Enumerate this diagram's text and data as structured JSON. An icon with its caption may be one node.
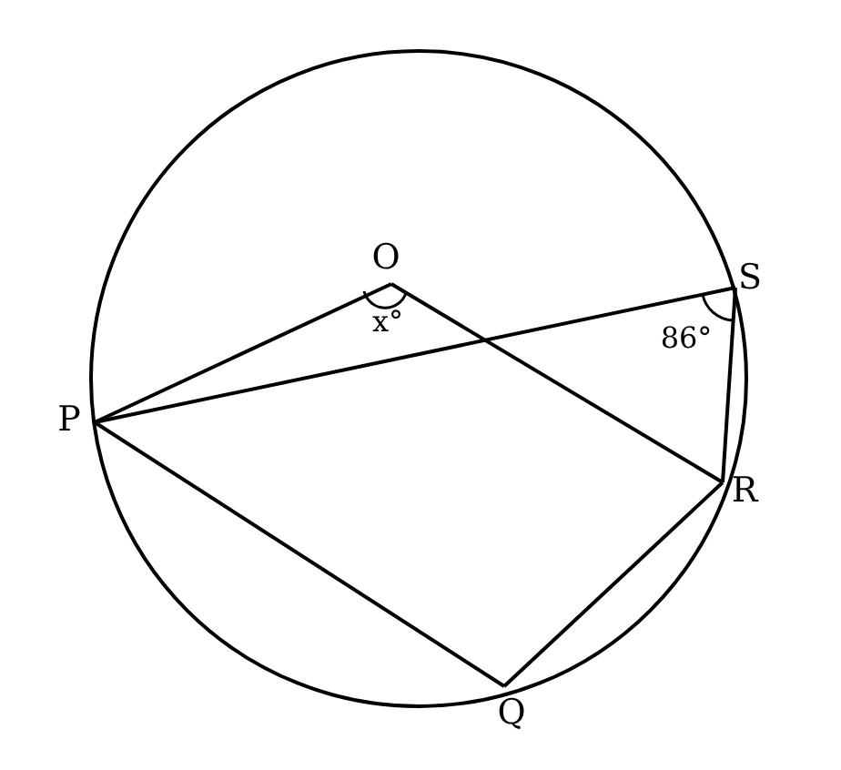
{
  "diagram": {
    "nodes": [
      {
        "text": [
          "O"
        ]
      },
      {
        "text": [
          "S"
        ]
      },
      {
        "text": [
          "P"
        ]
      },
      {
        "text": [
          "R"
        ]
      },
      {
        "text": [
          "Q"
        ]
      }
    ],
    "edges": [
      {
        "from": 2,
        "to": 0,
        "arrow": "none"
      },
      {
        "from": 0,
        "to": 3,
        "arrow": "none"
      },
      {
        "from": 2,
        "to": 1,
        "arrow": "none"
      },
      {
        "from": 1,
        "to": 3,
        "arrow": "none"
      },
      {
        "from": 2,
        "to": 4,
        "arrow": "none"
      },
      {
        "from": 4,
        "to": 3,
        "arrow": "none"
      }
    ],
    "labels": [
      "x°",
      "86°"
    ]
  }
}
